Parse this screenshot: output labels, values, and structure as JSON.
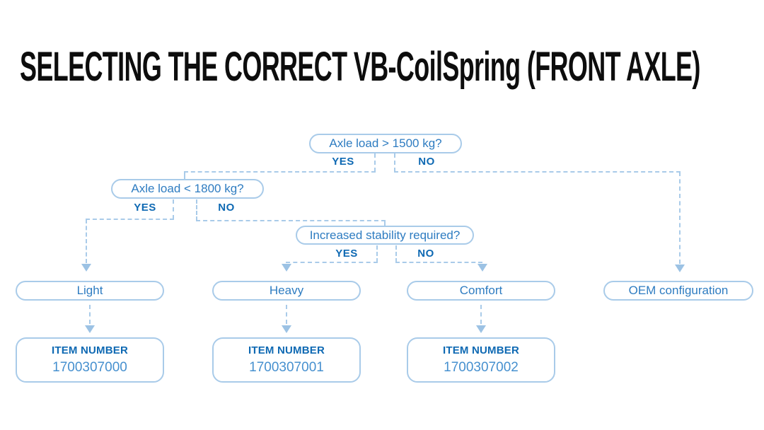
{
  "title": "SELECTING THE CORRECT VB-CoilSpring (FRONT AXLE)",
  "diagram": {
    "decisions": [
      {
        "question": "Axle load > 1500 kg?",
        "yes": "YES",
        "no": "NO"
      },
      {
        "question": "Axle load < 1800 kg?",
        "yes": "YES",
        "no": "NO"
      },
      {
        "question": "Increased stability required?",
        "yes": "YES",
        "no": "NO"
      }
    ],
    "springs": [
      {
        "name": "Light",
        "item_label": "ITEM NUMBER",
        "item_number": "1700307000"
      },
      {
        "name": "Heavy",
        "item_label": "ITEM NUMBER",
        "item_number": "1700307001"
      },
      {
        "name": "Comfort",
        "item_label": "ITEM NUMBER",
        "item_number": "1700307002"
      },
      {
        "name": "OEM configuration"
      }
    ],
    "colors": {
      "title_text": "#0d0d0d",
      "box_border": "#a9cbe9",
      "box_text": "#2e7cc1",
      "bold_label": "#0e69b3",
      "item_number_text": "#4690cf",
      "connector": "#a9cbe9"
    }
  }
}
